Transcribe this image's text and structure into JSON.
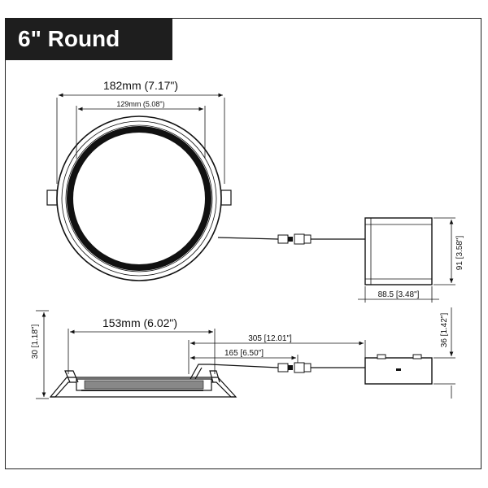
{
  "title": "6\" Round",
  "top_view": {
    "outer_diameter": "182mm (7.17\")",
    "inner_diameter": "129mm (5.08\")",
    "box_height": "91 [3.58\"]",
    "box_width": "88.5 [3.48\"]"
  },
  "side_view": {
    "height": "30 [1.18\"]",
    "cutout": "153mm (6.02\")",
    "cable_long": "305 [12.01\"]",
    "cable_short": "165 [6.50\"]",
    "box_depth": "36 [1.42\"]"
  }
}
